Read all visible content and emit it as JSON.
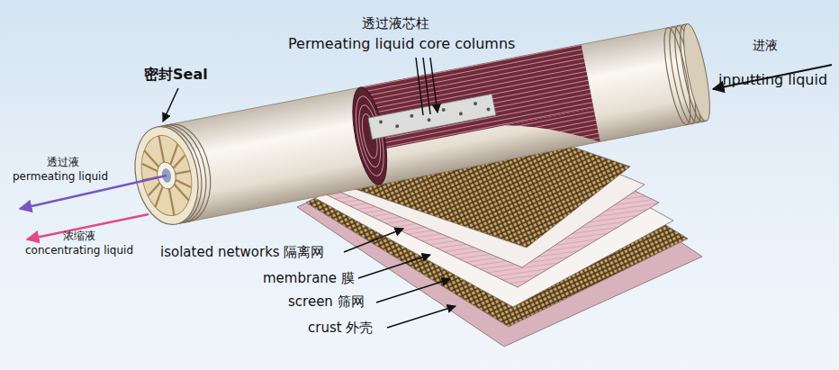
{
  "diagram": {
    "labels": [
      "透过液芯柱",
      "Permeating liquid core columns",
      "密封Seal",
      "进液",
      "inputting liquid",
      "透过液",
      "permeating liquid",
      "浓缩液",
      "concentrating liquid",
      "isolated networks 隔离网",
      "membrane 膜",
      "screen 筛网",
      "crust 外壳"
    ]
  }
}
